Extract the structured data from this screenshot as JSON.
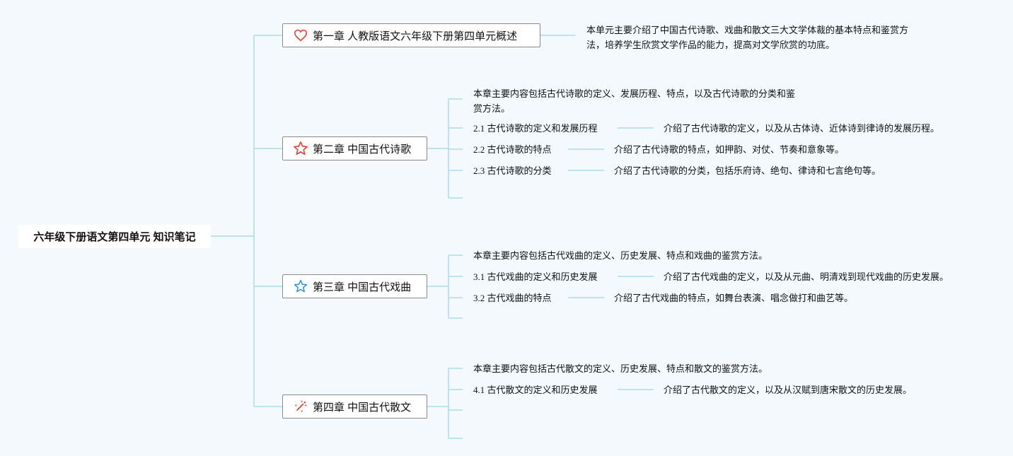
{
  "root": {
    "label": "六年级下册语文第四单元 知识笔记"
  },
  "chapters": [
    {
      "label": "第一章 人教版语文六年级下册第四单元概述",
      "icon": "heart-icon",
      "summary_line1": "本单元主要介绍了中国古代诗歌、戏曲和散文三大文学体裁的基本特点和鉴赏方",
      "summary_line2": "法，培养学生欣赏文学作品的能力，提高对文学欣赏的功底。"
    },
    {
      "label": "第二章 中国古代诗歌",
      "icon": "star-outline-red-icon",
      "intro_line1": "本章主要内容包括古代诗歌的定义、发展历程、特点，以及古代诗歌的分类和鉴",
      "intro_line2": "赏方法。",
      "topics": [
        {
          "title": "2.1 古代诗歌的定义和发展历程",
          "desc": "介绍了古代诗歌的定义，以及从古体诗、近体诗到律诗的发展历程。"
        },
        {
          "title": "2.2 古代诗歌的特点",
          "desc": "介绍了古代诗歌的特点，如押韵、对仗、节奏和意象等。"
        },
        {
          "title": "2.3 古代诗歌的分类",
          "desc": "介绍了古代诗歌的分类，包括乐府诗、绝句、律诗和七言绝句等。"
        }
      ]
    },
    {
      "label": "第三章 中国古代戏曲",
      "icon": "star-outline-blue-icon",
      "intro_line1": "本章主要内容包括古代戏曲的定义、历史发展、特点和戏曲的鉴赏方法。",
      "topics": [
        {
          "title": "3.1 古代戏曲的定义和历史发展",
          "desc": "介绍了古代戏曲的定义，以及从元曲、明清戏到现代戏曲的历史发展。"
        },
        {
          "title": "3.2 古代戏曲的特点",
          "desc": "介绍了古代戏曲的特点，如舞台表演、唱念做打和曲艺等。"
        }
      ]
    },
    {
      "label": "第四章 中国古代散文",
      "icon": "sparkle-icon",
      "intro_line1": "本章主要内容包括古代散文的定义、历史发展、特点和散文的鉴赏方法。",
      "topics": [
        {
          "title": "4.1 古代散文的定义和历史发展",
          "desc": "介绍了古代散文的定义，以及从汉赋到唐宋散文的历史发展。"
        }
      ]
    }
  ],
  "colors": {
    "line": "#a9dcec",
    "heart": "#e0463c",
    "star_red": "#e0463c",
    "star_blue": "#2f8fd8",
    "sparkle": "#e0463c"
  }
}
